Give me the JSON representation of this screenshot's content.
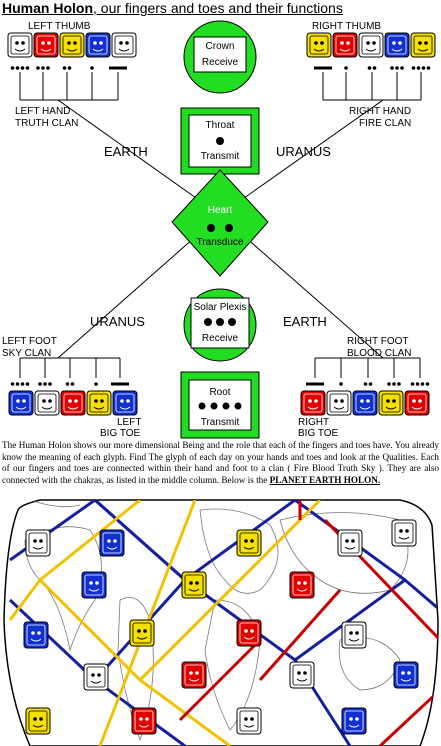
{
  "title": {
    "bold": "Human Holon",
    "rest": ", our fingers and toes and their functions"
  },
  "labels": {
    "left_thumb": "LEFT  THUMB",
    "right_thumb": "RIGHT THUMB",
    "left_hand_1": "LEFT HAND",
    "left_hand_2": "TRUTH CLAN",
    "right_hand_1": "RIGHT HAND",
    "right_hand_2": "FIRE CLAN",
    "earth_top": "EARTH",
    "uranus_top": "URANUS",
    "uranus_bottom": "URANUS",
    "earth_bottom": "EARTH",
    "left_foot_1": "LEFT FOOT",
    "left_foot_2": "SKY   CLAN",
    "right_foot_1": "RIGHT FOOT",
    "right_foot_2": "BLOOD CLAN",
    "left_big_toe_1": "LEFT",
    "left_big_toe_2": "BIG TOE",
    "right_big_toe_1": "RIGHT",
    "right_big_toe_2": "BIG TOE"
  },
  "chakras": {
    "crown": {
      "name": "Crown",
      "function": "Receive"
    },
    "throat": {
      "name": "Throat",
      "function": "Transmit"
    },
    "heart": {
      "name": "Heart",
      "function": "Transduce"
    },
    "solar": {
      "name": "Solar Plexis",
      "function": "Receive"
    },
    "root": {
      "name": "Root",
      "function": "Transmit"
    }
  },
  "paragraph": {
    "text": "The Human Holon shows our more dimensional Being and the role that each of the fingers and toes have.  You already know the meaning of each glyph. Find The glyph of each day on your hands and toes and look at the Qualities.  Each of our fingers and toes are connected within their hand and foot to a clan ( Fire Blood Truth Sky ). They are also connected with the chakras, as listed in the middle column. Below is the ",
    "link": "PLANET EARTH HOLON."
  },
  "colors": {
    "green": "#22dd22",
    "red": "#e00000",
    "yellow": "#f5e000",
    "blue": "#1030d0",
    "white": "#ffffff",
    "earth_yellow": "#f2c200",
    "earth_blue": "#1420a0",
    "earth_red": "#c80000"
  }
}
